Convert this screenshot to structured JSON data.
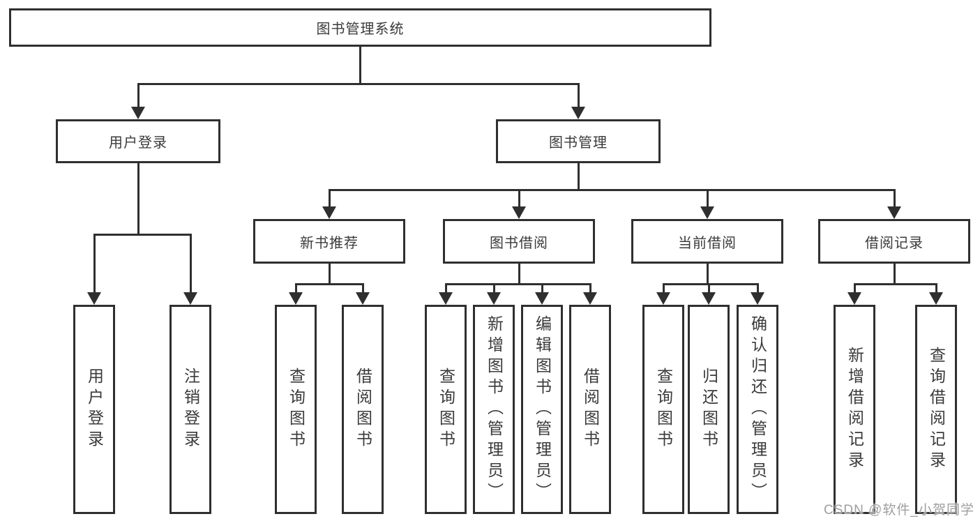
{
  "nodes": {
    "root": "图书管理系统",
    "user_login": "用户登录",
    "book_mgmt": "图书管理",
    "new_book_rec": "新书推荐",
    "book_borrow": "图书借阅",
    "current_borrow": "当前借阅",
    "borrow_records": "借阅记录",
    "leaf_user_login": "用户登录",
    "leaf_logout": "注销登录",
    "leaf_query_book_1": "查询图书",
    "leaf_borrow_book_1": "借阅图书",
    "leaf_query_book_2": "查询图书",
    "leaf_add_book": "新增图书（管理员）",
    "leaf_edit_book": "编辑图书（管理员）",
    "leaf_borrow_book_2": "借阅图书",
    "leaf_query_book_3": "查询图书",
    "leaf_return_book": "归还图书",
    "leaf_confirm_return": "确认归还（管理员）",
    "leaf_add_record": "新增借阅记录",
    "leaf_query_record": "查询借阅记录"
  },
  "watermark": "CSDN @软件_小贺同学",
  "colors": {
    "line": "#2f2f2f",
    "text": "#3a3a3a",
    "watermark": "#9e9e9e"
  }
}
